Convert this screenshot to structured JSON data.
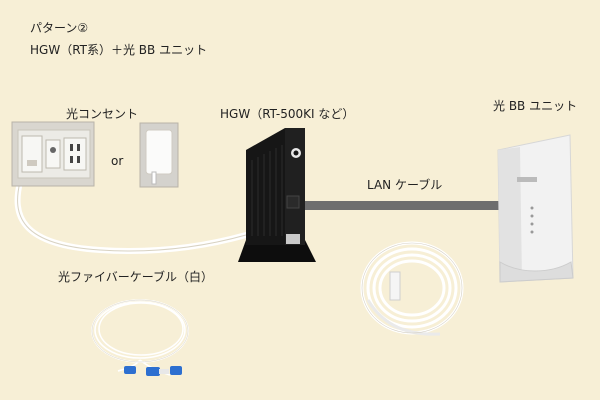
{
  "pattern": {
    "title": "パターン②",
    "subtitle": "HGW（RT系）＋光 BB ユニット"
  },
  "labels": {
    "outlet": "光コンセント",
    "or": "or",
    "hgw": "HGW（RT-500KI など）",
    "bb_unit": "光 BB ユニット",
    "lan_cable": "LAN ケーブル",
    "fiber_cable": "光ファイバーケーブル（白）"
  },
  "colors": {
    "background": "#f7efd6",
    "hgw_body": "#161616",
    "lan_line": "#6e6e6e",
    "fiber": "#ffffff",
    "bb_body": "#f2f2f2"
  }
}
